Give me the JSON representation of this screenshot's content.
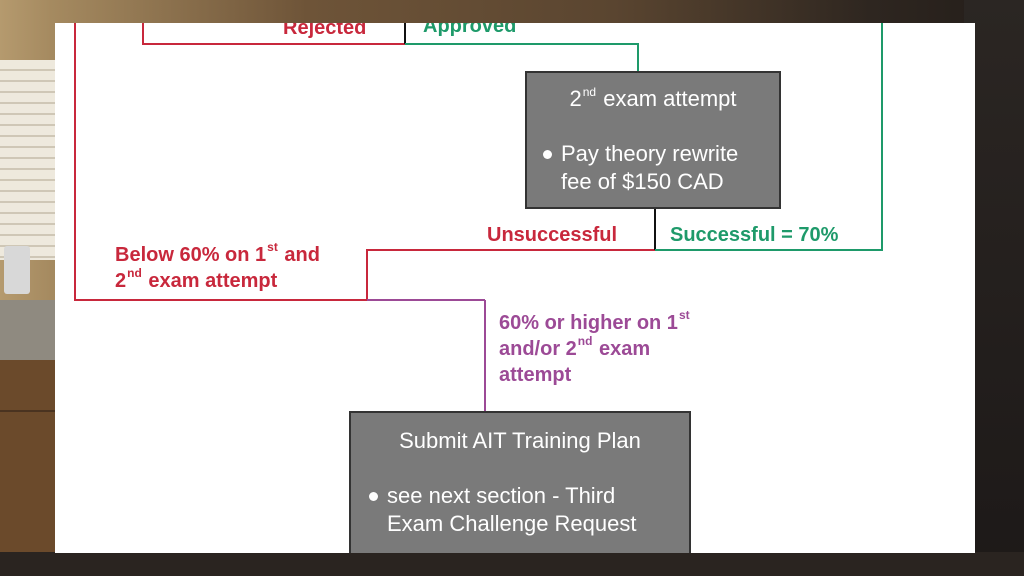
{
  "flow": {
    "top_labels": {
      "rejected": "Rejected",
      "approved": "Approved"
    },
    "second_attempt_box": {
      "title_prefix": "2",
      "title_sup": "nd",
      "title_suffix": " exam attempt",
      "bullet_line1": "Pay theory rewrite",
      "bullet_line2": "fee of $150 CAD"
    },
    "outcomes": {
      "unsuccessful": "Unsuccessful",
      "successful": "Successful = 70%"
    },
    "below_label": {
      "line1_prefix": "Below 60% on 1",
      "line1_sup": "st",
      "line1_suffix": " and",
      "line2_prefix": "2",
      "line2_sup": "nd",
      "line2_suffix": " exam attempt"
    },
    "higher_label": {
      "line1_prefix": "60% or higher on 1",
      "line1_sup": "st",
      "line2_prefix": "and/or 2",
      "line2_sup": "nd",
      "line2_suffix": " exam",
      "line3": "attempt"
    },
    "training_box": {
      "title": "Submit AIT Training Plan",
      "bullet_line1": "see next section - Third",
      "bullet_line2": "Exam Challenge Request"
    },
    "colors": {
      "red": "#c8283c",
      "green": "#1e9a6a",
      "purple": "#9c4a96",
      "box_fill": "#7a7a7a"
    }
  }
}
